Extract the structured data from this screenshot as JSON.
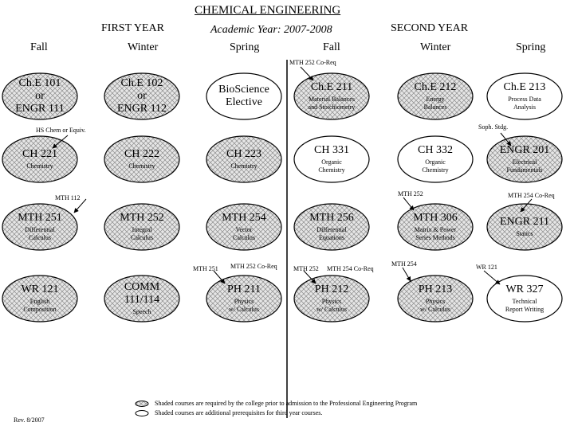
{
  "title": "CHEMICAL ENGINEERING",
  "headers": {
    "first_year": "FIRST YEAR",
    "academic_year": "Academic Year:  2007-2008",
    "second_year": "SECOND YEAR"
  },
  "terms": [
    "Fall",
    "Winter",
    "Spring",
    "Fall",
    "Winter",
    "Spring"
  ],
  "courses": [
    {
      "code": "Ch.E 101\nor\nENGR 111",
      "desc": "",
      "shaded": true
    },
    {
      "code": "Ch.E 102\nor\nENGR 112",
      "desc": "",
      "shaded": true
    },
    {
      "code": "BioScience\nElective",
      "desc": "",
      "shaded": false
    },
    {
      "code": "Ch.E 211",
      "desc": "Material Balances\nand Stoichiometry",
      "shaded": true
    },
    {
      "code": "Ch.E 212",
      "desc": "Energy\nBalances",
      "shaded": true
    },
    {
      "code": "Ch.E 213",
      "desc": "Process Data\nAnalysis",
      "shaded": false
    },
    {
      "code": "CH 221",
      "desc": "Chemistry",
      "shaded": true
    },
    {
      "code": "CH 222",
      "desc": "Chemistry",
      "shaded": true
    },
    {
      "code": "CH 223",
      "desc": "Chemistry",
      "shaded": true
    },
    {
      "code": "CH 331",
      "desc": "Organic\nChemistry",
      "shaded": false
    },
    {
      "code": "CH 332",
      "desc": "Organic\nChemistry",
      "shaded": false
    },
    {
      "code": "ENGR 201",
      "desc": "Electrical\nFundamentals",
      "shaded": true
    },
    {
      "code": "MTH 251",
      "desc": "Differential\nCalculus",
      "shaded": true
    },
    {
      "code": "MTH 252",
      "desc": "Integral\nCalculus",
      "shaded": true
    },
    {
      "code": "MTH 254",
      "desc": "Vector\nCalculus",
      "shaded": true
    },
    {
      "code": "MTH 256",
      "desc": "Differential\nEquations",
      "shaded": true
    },
    {
      "code": "MTH 306",
      "desc": "Matrix & Power\nSeries Methods",
      "shaded": true
    },
    {
      "code": "ENGR 211",
      "desc": "Statics",
      "shaded": true
    },
    {
      "code": "WR 121",
      "desc": "English\nComposition",
      "shaded": true
    },
    {
      "code": "COMM\n111/114",
      "desc": "Speech",
      "shaded": true
    },
    {
      "code": "PH 211",
      "desc": "Physics\nw/ Calculus",
      "shaded": true
    },
    {
      "code": "PH 212",
      "desc": "Physics\nw/ Calculus",
      "shaded": true
    },
    {
      "code": "PH 213",
      "desc": "Physics\nw/ Calculus",
      "shaded": true
    },
    {
      "code": "WR 327",
      "desc": "Technical\nReport Writing",
      "shaded": false
    }
  ],
  "notes": [
    "MTH 252 Co-Req",
    "HS Chem or Equiv.",
    "Soph. Stdg.",
    "MTH 112",
    "MTH 252",
    "MTH 254  Co-Req",
    "MTH 251",
    "MTH 252  Co-Req",
    "MTH 252",
    "MTH 254  Co-Req",
    "MTH 254",
    "WR 121"
  ],
  "legend": [
    "Shaded courses are required by the college prior to admission to the Professional Engineering Program",
    "Shaded courses are additional prerequisites for third year courses."
  ],
  "revision": "Rev. 8/2007"
}
